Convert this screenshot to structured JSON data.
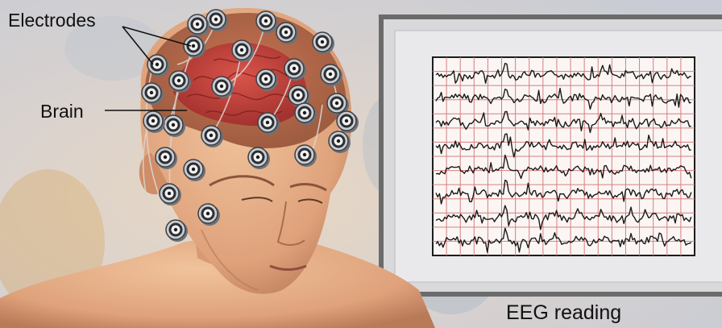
{
  "labels": {
    "electrodes": "Electrodes",
    "brain": "Brain",
    "eeg_reading": "EEG reading"
  },
  "colors": {
    "background": "#dcd6d2",
    "skin": "#e3ab86",
    "brain": "#c0413a",
    "grid_line": "#d47f7f",
    "trace": "#1a1a1a",
    "monitor_frame": "#6b6b6b"
  },
  "eeg": {
    "channel_count": 8
  }
}
